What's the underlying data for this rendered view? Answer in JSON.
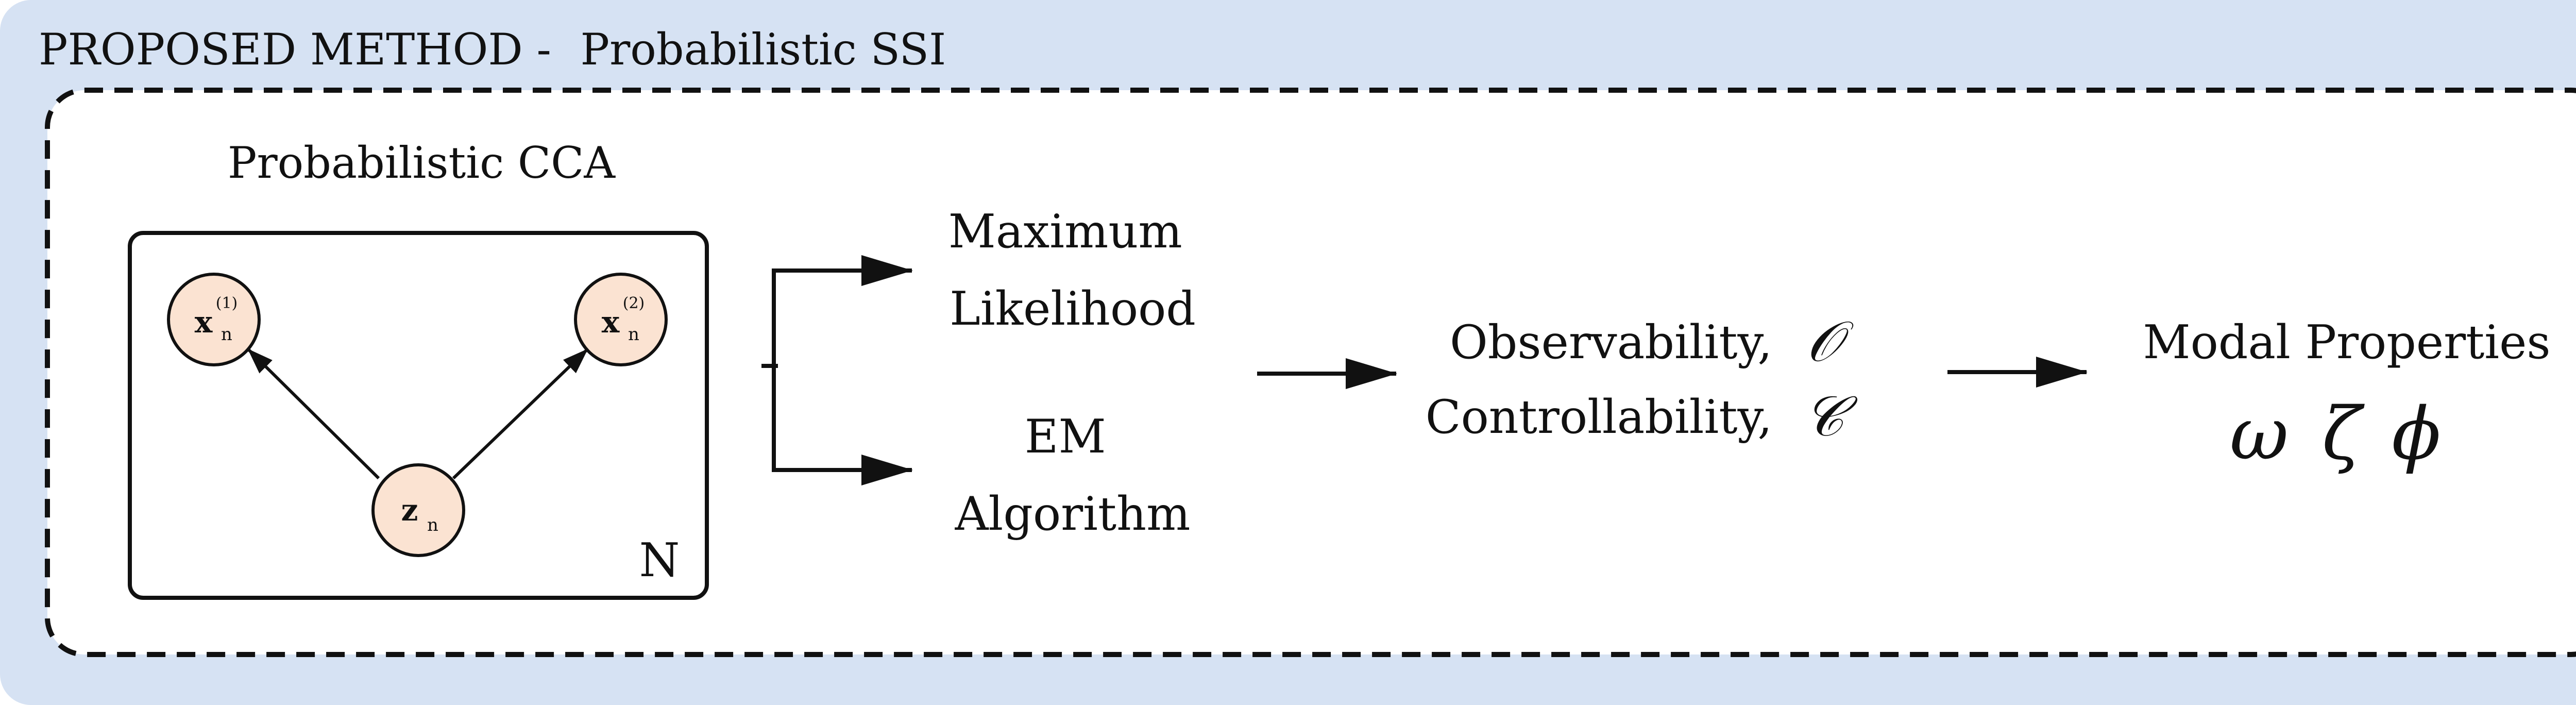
{
  "panel": {
    "title_main": "PROPOSED METHOD -",
    "title_sub": "Probabilistic SSI"
  },
  "pcca": {
    "label": "Probabilistic CCA",
    "plate_label": "N",
    "nodes": {
      "x1": {
        "main": "x",
        "sub": "n",
        "sup": "(1)"
      },
      "x2": {
        "main": "x",
        "sub": "n",
        "sup": "(2)"
      },
      "z": {
        "main": "z",
        "sub": "n"
      }
    }
  },
  "methods": {
    "ml_line1": "Maximum",
    "ml_line2": "Likelihood",
    "em_line1": "EM",
    "em_line2": "Algorithm"
  },
  "matrices": {
    "obs_label": "Observability,",
    "obs_symbol": "𝒪",
    "ctrl_label": "Controllability,",
    "ctrl_symbol": "𝒞"
  },
  "modal": {
    "title": "Modal Properties",
    "symbols": [
      "ω",
      "ζ",
      "ϕ"
    ]
  },
  "colors": {
    "panel_bg": "#d6e2f3",
    "node_fill": "#fbe3d2",
    "stroke": "#111111"
  }
}
